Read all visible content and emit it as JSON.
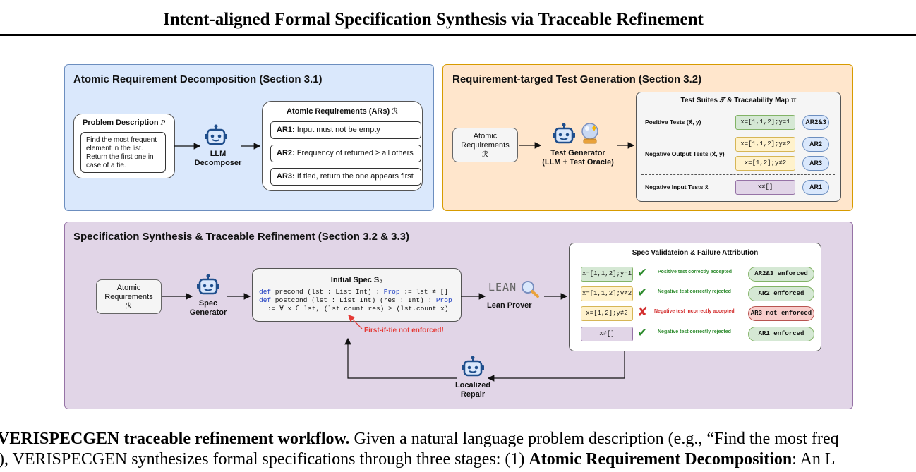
{
  "header": {
    "title": "Intent-aligned Formal Specification Synthesis via Traceable Refinement"
  },
  "stage1": {
    "title": "Atomic Requirement Decomposition (Section 3.1)",
    "problem_title": "Problem Description",
    "problem_symbol": "P",
    "problem_text": [
      "Find the most frequent",
      "element in the list.",
      "Return the first one in",
      "case of a tie."
    ],
    "decomposer_label": [
      "LLM",
      "Decomposer"
    ],
    "ar_box_title": "Atomic Requirements (ARs)",
    "ar_box_symbol": "ℛ",
    "ars": [
      {
        "id": "AR1:",
        "text": "Input must not be empty"
      },
      {
        "id": "AR2:",
        "text": "Frequency of returned ≥ all others"
      },
      {
        "id": "AR3:",
        "text": "If tied, return the one appears first"
      }
    ]
  },
  "stage2": {
    "title": "Requirement-targed Test Generation (Section 3.2)",
    "input_label": [
      "Atomic",
      "Requirements",
      "ℛ"
    ],
    "generator_label": [
      "Test Generator",
      "(LLM + Test Oracle)"
    ],
    "suites_title": "Test Suites 𝒯 & Traceability Map π",
    "rows": [
      {
        "label": "Positive Tests (x⃗, y)",
        "tests": [
          "x=[1,1,2];y=1"
        ],
        "tags": [
          "AR2&3"
        ]
      },
      {
        "label": "Negative Output Tests (x⃗, ỹ)",
        "tests": [
          "x=[1,1,2];y≠2",
          "x=[1,2];y≠2"
        ],
        "tags": [
          "AR2",
          "AR3"
        ]
      },
      {
        "label": "Negative Input Tests x̃",
        "tests": [
          "x≠[]"
        ],
        "tags": [
          "AR1"
        ]
      }
    ]
  },
  "stage3": {
    "title": "Specification Synthesis & Traceable Refinement (Section 3.2 & 3.3)",
    "input_label": [
      "Atomic",
      "Requirements",
      "ℛ"
    ],
    "spec_generator_label": [
      "Spec",
      "Generator"
    ],
    "initial_spec_title": "Initial Spec S₀",
    "code": {
      "line1_kw": "def",
      "line1": " precond (lst : List Int) : ",
      "line1_type": "Prop",
      "line1_end": " := lst ≠ []",
      "line2_kw": "def",
      "line2": " postcond (lst : List Int) (res : Int) : ",
      "line2_type": "Prop",
      "line3": ":= ∀ x ∈ lst, (lst.count res) ≥ (lst.count x)"
    },
    "annotation": "First-if-tie not enforced!",
    "prover_logo": "LEAN",
    "prover_label": "Lean Prover",
    "repair_label": [
      "Localized",
      "Repair"
    ],
    "validation_title": "Spec Validateion & Failure Attribution",
    "validation_rows": [
      {
        "test": "x=[1,1,2];y=1",
        "mark": "✔",
        "result": "Positive test correctly accepted",
        "status": "AR2&3 enforced",
        "ok": true
      },
      {
        "test": "x=[1,1,2];y≠2",
        "mark": "✔",
        "result": "Negative test correctly rejected",
        "status": "AR2 enforced",
        "ok": true
      },
      {
        "test": "x=[1,2];y≠2",
        "mark": "✘",
        "result": "Negative test incorrectly accepted",
        "status": "AR3 not enforced",
        "ok": false
      },
      {
        "test": "x≠[]",
        "mark": "✔",
        "result": "Negative test correctly rejected",
        "status": "AR1 enforced",
        "ok": true
      }
    ]
  },
  "caption": {
    "line1_prefix": "VERISPECGEN traceable refinement workflow.",
    "line1_rest": " Given a natural language problem description (e.g., “Find the most freq",
    "line2_prefix": "), VERISPECGEN synthesizes formal specifications through three stages: (1) ",
    "line2_bold": "Atomic Requirement Decomposition",
    "line2_rest": ": An L"
  },
  "colors": {
    "stage1_bg": "#dae8fc",
    "stage2_bg": "#ffe6cc",
    "stage3_bg": "#e1d5e7",
    "pass": "#2e8b2e",
    "fail": "#d32f2f",
    "annotation": "#e53935"
  }
}
